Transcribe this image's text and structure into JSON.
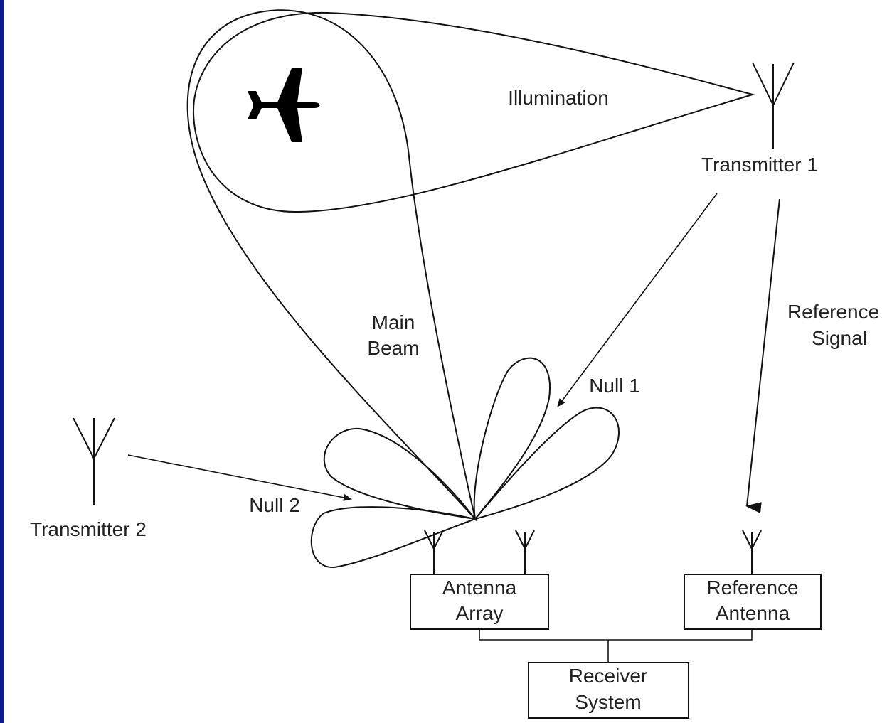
{
  "labels": {
    "illumination": "Illumination",
    "transmitter1": "Transmitter 1",
    "transmitter2": "Transmitter 2",
    "main_beam_line1": "Main",
    "main_beam_line2": "Beam",
    "null1": "Null 1",
    "null2": "Null 2",
    "reference_signal_line1": "Reference",
    "reference_signal_line2": "Signal"
  },
  "boxes": {
    "antenna_array_line1": "Antenna",
    "antenna_array_line2": "Array",
    "reference_antenna_line1": "Reference",
    "reference_antenna_line2": "Antenna",
    "receiver_system_line1": "Receiver",
    "receiver_system_line2": "System"
  },
  "icons": {
    "aircraft": "airplane-icon",
    "antenna": "antenna-icon"
  },
  "colors": {
    "left_border": "#0d1a8c",
    "line": "#111111",
    "background": "#ffffff"
  }
}
